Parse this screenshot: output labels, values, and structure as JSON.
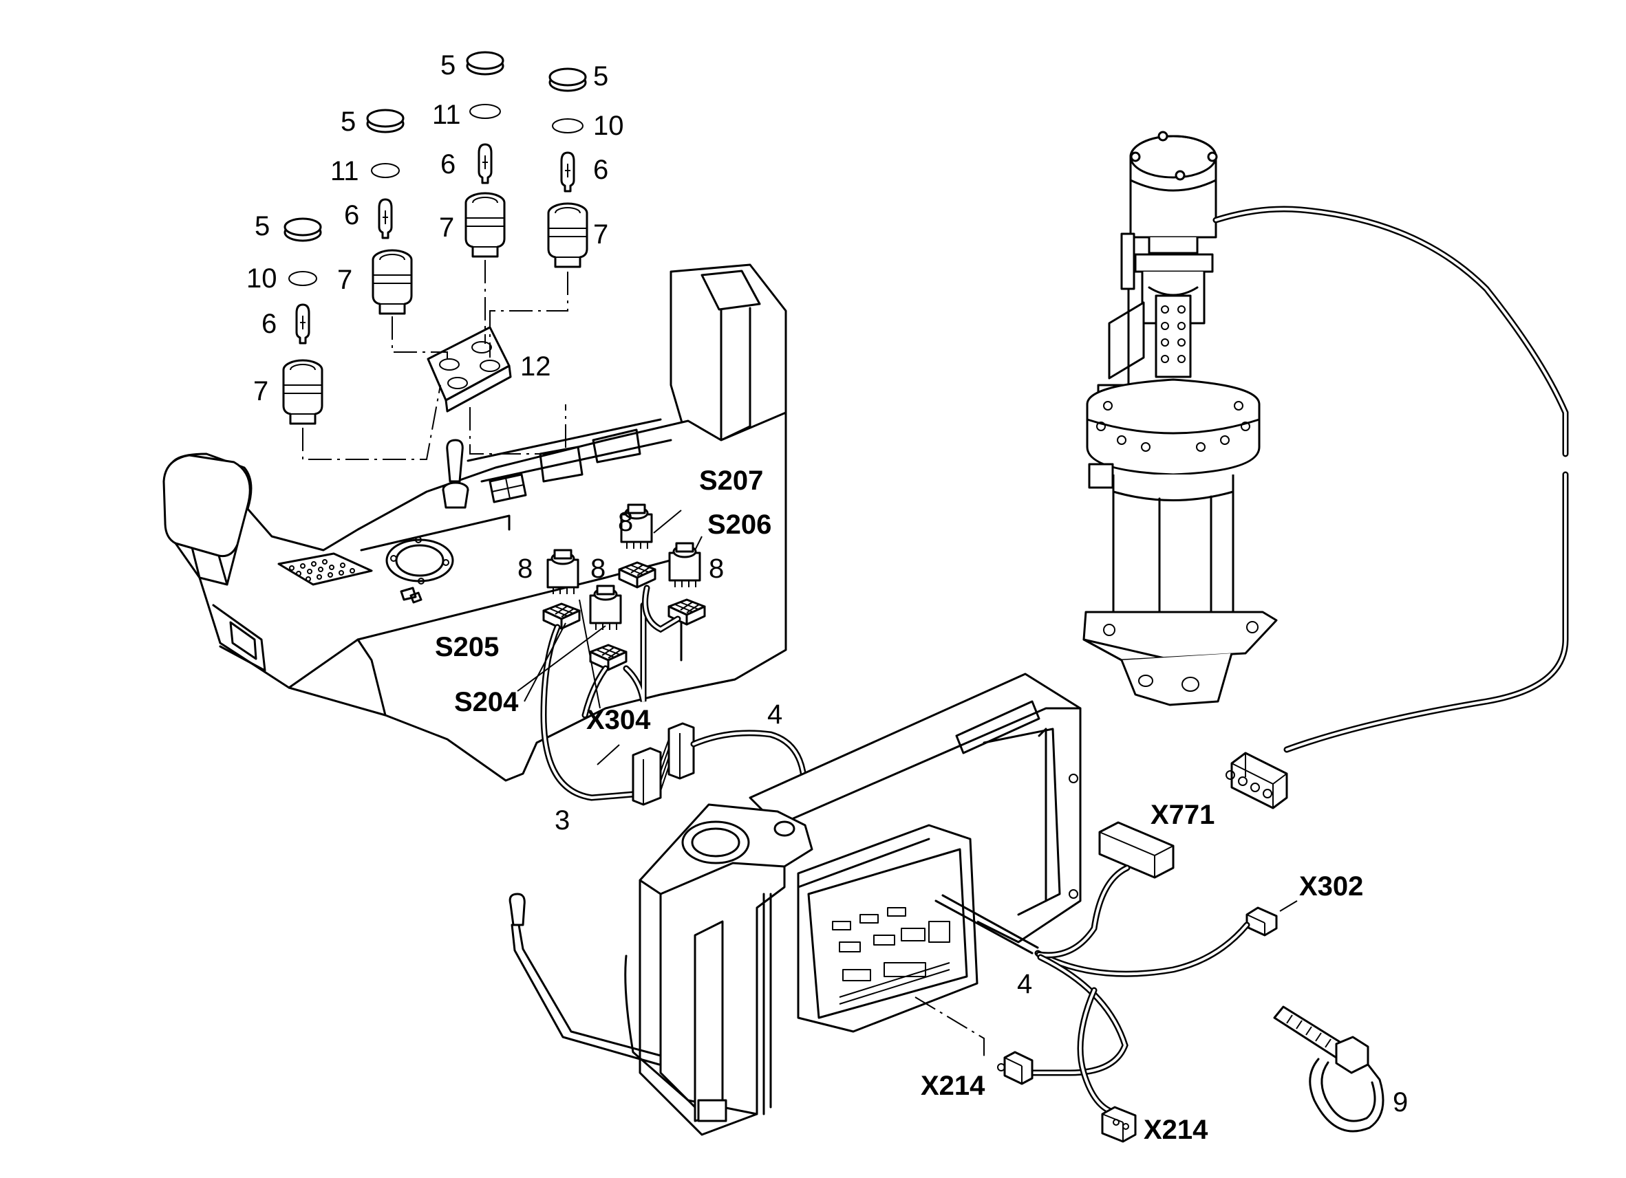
{
  "labels": {
    "n5a": "5",
    "n5b": "5",
    "n5c": "5",
    "n5d": "5",
    "n11a": "11",
    "n11b": "11",
    "n10a": "10",
    "n10b": "10",
    "n6a": "6",
    "n6b": "6",
    "n6c": "6",
    "n6d": "6",
    "n7a": "7",
    "n7b": "7",
    "n7c": "7",
    "n7d": "7",
    "n12": "12",
    "n8a": "8",
    "n8b": "8",
    "n8c": "8",
    "n8d": "8",
    "n4a": "4",
    "n4b": "4",
    "n3": "3",
    "n9": "9",
    "S207": "S207",
    "S206": "S206",
    "S205": "S205",
    "S204": "S204",
    "X304": "X304",
    "X771": "X771",
    "X302": "X302",
    "X214a": "X214",
    "X214b": "X214"
  }
}
